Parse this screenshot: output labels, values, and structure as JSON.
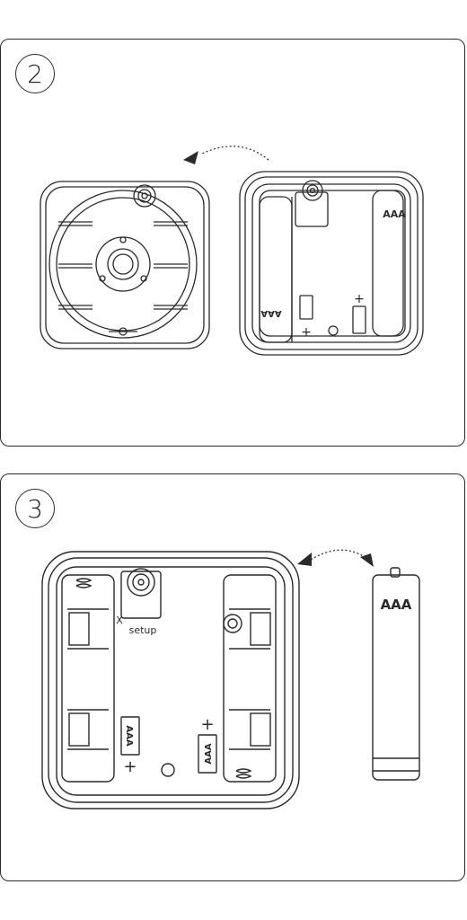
{
  "steps": [
    {
      "number": "2"
    },
    {
      "number": "3"
    }
  ],
  "labels": {
    "battery_type": "AAA",
    "polarity_plus": "+",
    "setup_label": "setup",
    "x_mark": "X"
  },
  "colors": {
    "line": "#2a2a2a",
    "background": "#ffffff"
  }
}
